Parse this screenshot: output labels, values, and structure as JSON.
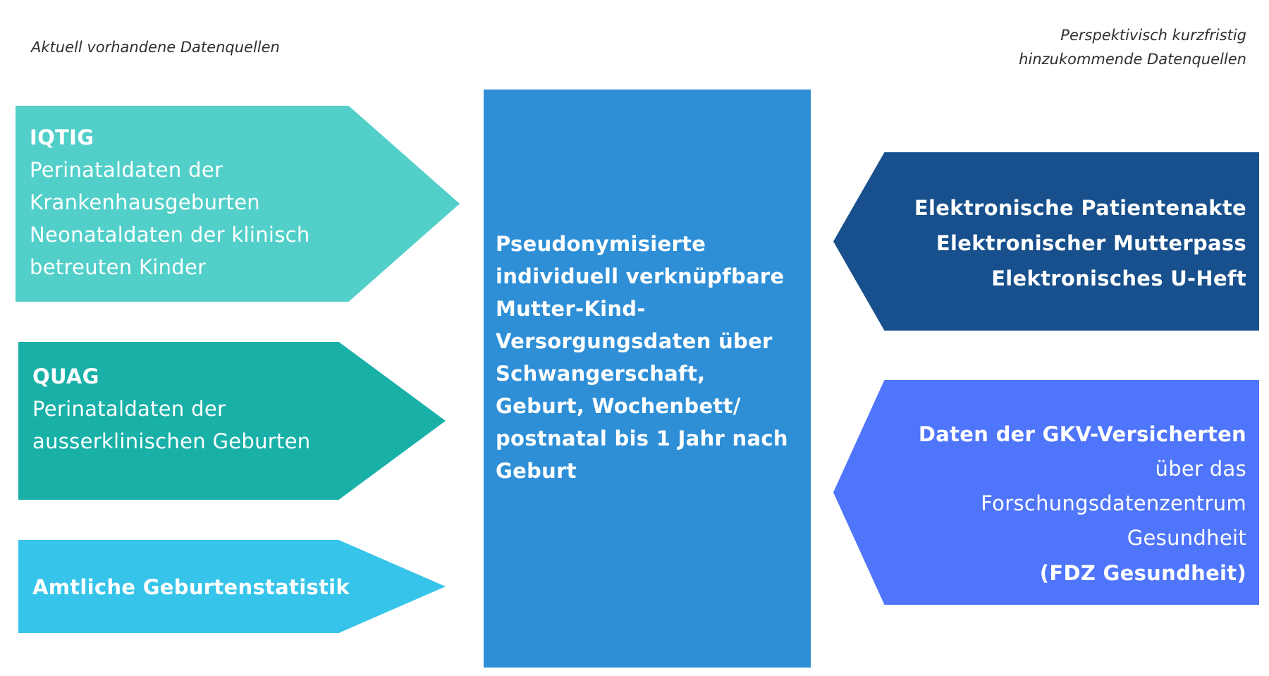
{
  "captions": {
    "current": "Aktuell vorhandene Datenquellen",
    "future_line1": "Perspektivisch kurzfristig",
    "future_line2": "hinzukommende Datenquellen"
  },
  "current_sources": [
    {
      "title": "IQTIG",
      "lines": [
        "Perinataldaten der",
        "Krankenhausgeburten",
        "Neonataldaten der klinisch",
        "betreuten Kinder"
      ]
    },
    {
      "title": "QUAG",
      "lines": [
        "Perinataldaten der",
        "ausserklinischen Geburten"
      ]
    },
    {
      "title": "Amtliche Geburtenstatistik",
      "lines": []
    }
  ],
  "center": {
    "lines": [
      "Pseudonymisierte",
      "individuell verknüpfbare",
      "Mutter-Kind-",
      "Versorgungsdaten über",
      "Schwangerschaft,",
      "Geburt, Wochenbett/",
      "postnatal bis 1 Jahr nach",
      "Geburt"
    ]
  },
  "future_sources": [
    {
      "lines": [
        "Elektronische Patientenakte",
        "Elektronischer Mutterpass",
        "Elektronisches U-Heft"
      ]
    },
    {
      "lines": [
        "Daten der GKV-Versicherten",
        "über das",
        "Forschungsdatenzentrum",
        "Gesundheit",
        "(FDZ Gesundheit)"
      ]
    }
  ],
  "colors": {
    "iqtig": "#52cfc9",
    "quag": "#19b0a8",
    "destatis": "#37c4ea",
    "center": "#2e8fd7",
    "epa": "#17508c",
    "gkv": "#4f75fb"
  }
}
